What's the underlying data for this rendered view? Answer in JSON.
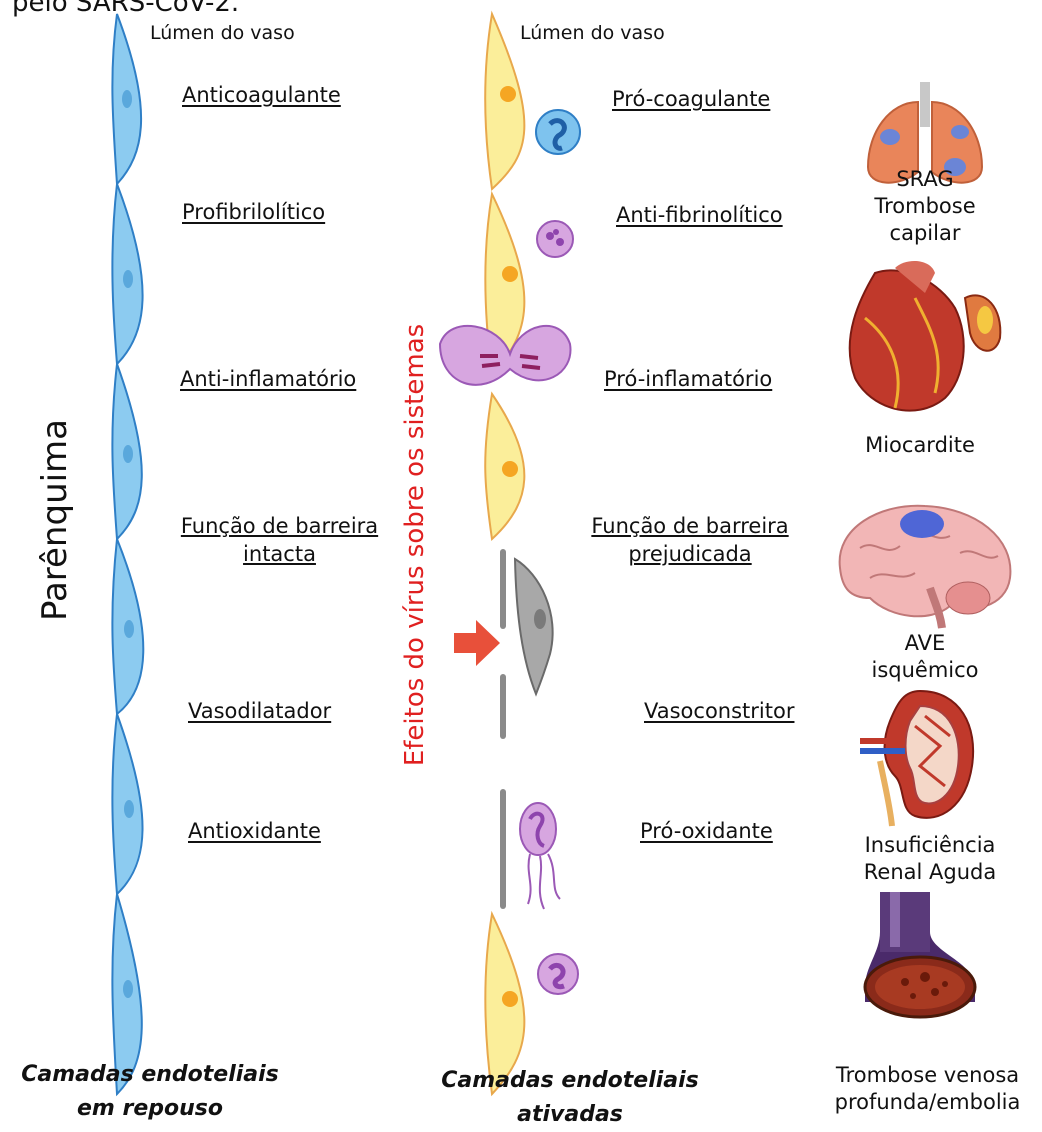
{
  "header_partial": "pelo SARS-CoV-2.",
  "lumen_left": "Lúmen do vaso",
  "lumen_right": "Lúmen do vaso",
  "parenquima": "Parênquima",
  "efeitos": "Efeitos do vírus sobre os sistemas",
  "resting_labels": [
    [
      "Anticoagulante"
    ],
    [
      "Profibrilolítico"
    ],
    [
      "Anti-inflamatório"
    ],
    [
      "Função de barreira",
      "intacta"
    ],
    [
      "Vasodilatador"
    ],
    [
      "Antioxidante"
    ]
  ],
  "activated_labels": [
    [
      "Pró-coagulante"
    ],
    [
      "Anti-fibrinolítico"
    ],
    [
      "Pró-inflamatório"
    ],
    [
      "Função de barreira",
      "prejudicada"
    ],
    [
      "Vasoconstritor"
    ],
    [
      "Pró-oxidante"
    ]
  ],
  "organs": [
    {
      "icon": "lungs-icon",
      "lines": [
        "SRAG",
        "Trombose",
        "capilar"
      ]
    },
    {
      "icon": "heart-icon",
      "lines": [
        "Miocardite"
      ]
    },
    {
      "icon": "brain-icon",
      "lines": [
        "AVE",
        "isquêmico"
      ]
    },
    {
      "icon": "kidney-icon",
      "lines": [
        "Insuficiência",
        "Renal Aguda"
      ]
    },
    {
      "icon": "vein-icon",
      "lines": [
        "Trombose venosa",
        "profunda/embolia"
      ]
    }
  ],
  "footer_left": [
    "Camadas endoteliais",
    "em repouso"
  ],
  "footer_mid": [
    "Camadas endoteliais",
    "ativadas"
  ],
  "colors": {
    "resting_cell": "#7ec3ee",
    "resting_outline": "#2f7fc6",
    "activated_cell": "#fbee9a",
    "activated_outline": "#e8a84c",
    "effects_text": "#e02020",
    "arrow": "#e8503a"
  }
}
